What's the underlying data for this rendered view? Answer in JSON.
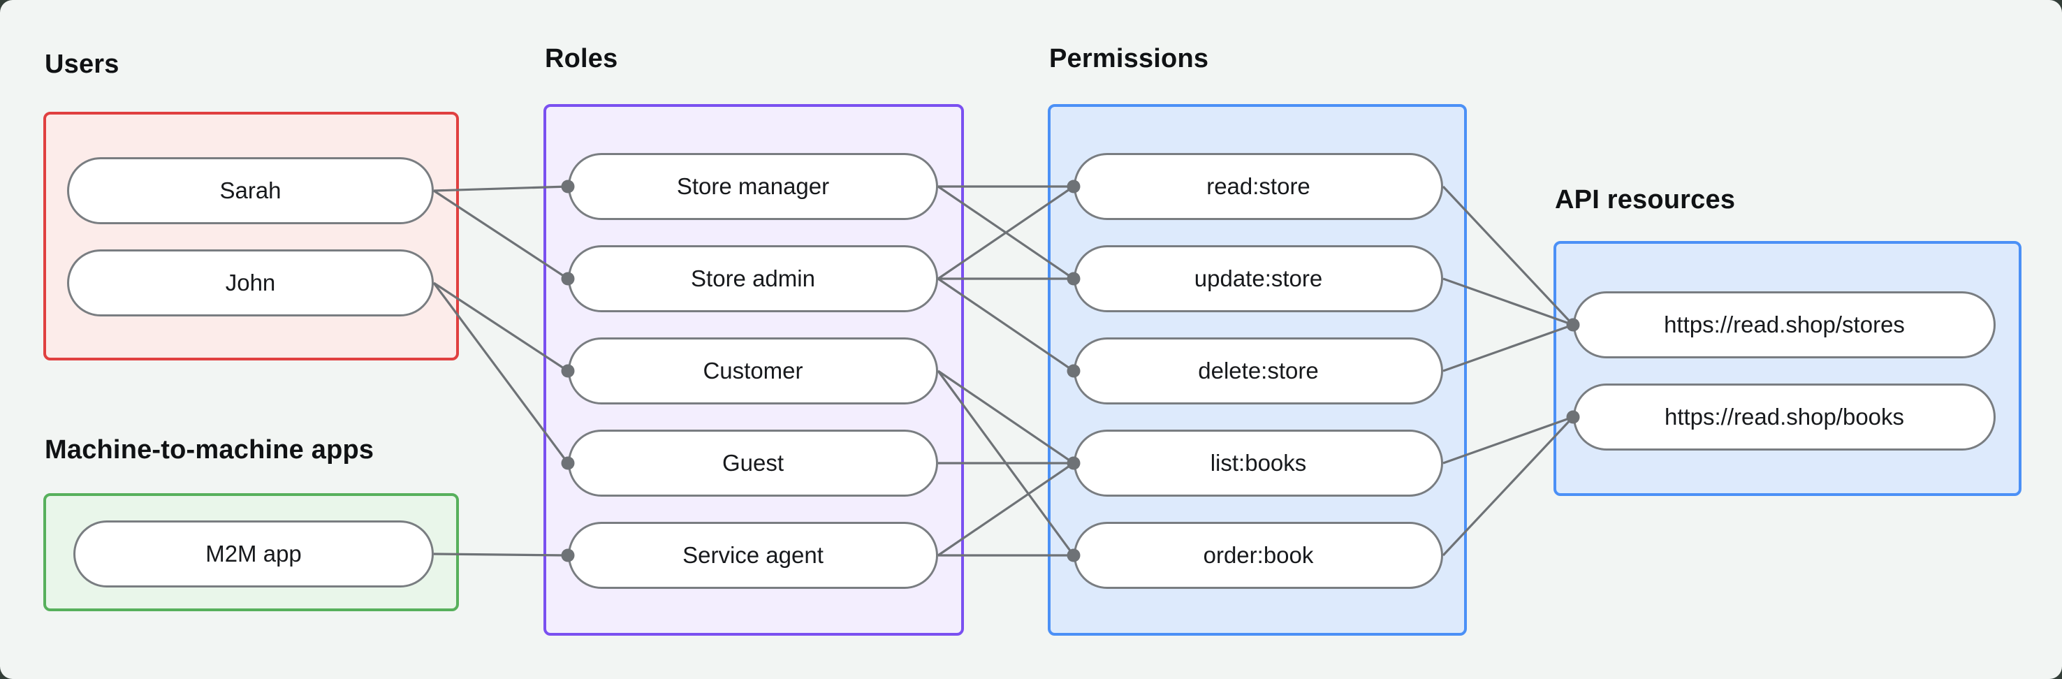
{
  "groups": [
    {
      "id": "users",
      "title": "Users",
      "nodes": [
        {
          "id": "sarah",
          "label": "Sarah"
        },
        {
          "id": "john",
          "label": "John"
        }
      ]
    },
    {
      "id": "m2m",
      "title": "Machine-to-machine apps",
      "nodes": [
        {
          "id": "m2m-app",
          "label": "M2M app"
        }
      ]
    },
    {
      "id": "roles",
      "title": "Roles",
      "nodes": [
        {
          "id": "store-manager",
          "label": "Store manager"
        },
        {
          "id": "store-admin",
          "label": "Store admin"
        },
        {
          "id": "customer",
          "label": "Customer"
        },
        {
          "id": "guest",
          "label": "Guest"
        },
        {
          "id": "service-agent",
          "label": "Service agent"
        }
      ]
    },
    {
      "id": "permissions",
      "title": "Permissions",
      "nodes": [
        {
          "id": "read-store",
          "label": "read:store"
        },
        {
          "id": "update-store",
          "label": "update:store"
        },
        {
          "id": "delete-store",
          "label": "delete:store"
        },
        {
          "id": "list-books",
          "label": "list:books"
        },
        {
          "id": "order-book",
          "label": "order:book"
        }
      ]
    },
    {
      "id": "api",
      "title": "API resources",
      "nodes": [
        {
          "id": "stores-api",
          "label": "https://read.shop/stores"
        },
        {
          "id": "books-api",
          "label": "https://read.shop/books"
        }
      ]
    }
  ],
  "edges": [
    {
      "from": "sarah",
      "to": "store-manager"
    },
    {
      "from": "sarah",
      "to": "store-admin"
    },
    {
      "from": "john",
      "to": "customer"
    },
    {
      "from": "john",
      "to": "guest"
    },
    {
      "from": "m2m-app",
      "to": "service-agent"
    },
    {
      "from": "store-manager",
      "to": "read-store"
    },
    {
      "from": "store-manager",
      "to": "update-store"
    },
    {
      "from": "store-admin",
      "to": "read-store"
    },
    {
      "from": "store-admin",
      "to": "update-store"
    },
    {
      "from": "store-admin",
      "to": "delete-store"
    },
    {
      "from": "customer",
      "to": "list-books"
    },
    {
      "from": "customer",
      "to": "order-book"
    },
    {
      "from": "guest",
      "to": "list-books"
    },
    {
      "from": "service-agent",
      "to": "list-books"
    },
    {
      "from": "service-agent",
      "to": "order-book"
    },
    {
      "from": "read-store",
      "to": "stores-api"
    },
    {
      "from": "update-store",
      "to": "stores-api"
    },
    {
      "from": "delete-store",
      "to": "stores-api"
    },
    {
      "from": "list-books",
      "to": "books-api"
    },
    {
      "from": "order-book",
      "to": "books-api"
    }
  ],
  "colors": {
    "page_bg": "#333e38",
    "canvas_bg": "#f2f5f3",
    "users_border": "#e04040",
    "users_fill": "#fcecea",
    "m2m_border": "#57b05c",
    "m2m_fill": "#e9f6ea",
    "roles_border": "#7a50f0",
    "roles_fill": "#f3eefe",
    "permissions_border": "#4b90f6",
    "permissions_fill": "#ddeafc",
    "api_border": "#4b90f6",
    "api_fill": "#ddeafc",
    "node_border": "#797d81",
    "node_bg": "#ffffff",
    "edge_line": "#6e7276",
    "dot": "#6e7276",
    "text": "#17191c",
    "title": "#101214"
  }
}
